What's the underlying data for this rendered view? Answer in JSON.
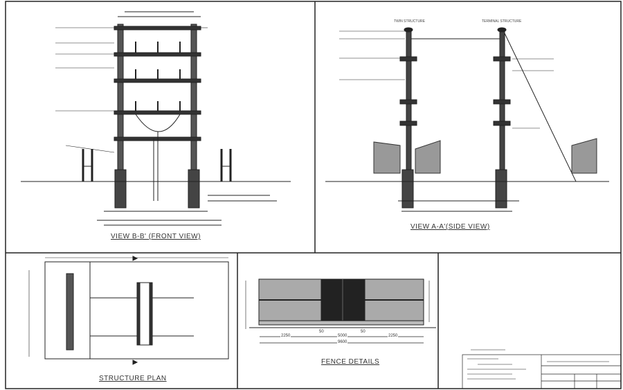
{
  "views": {
    "front_view_title": "VIEW B-B' (FRONT VIEW)",
    "side_view_title": "VIEW A-A'(SIDE VIEW)",
    "structure_plan_title": "STRUCTURE PLAN",
    "fence_details_title": "FENCE DETAILS"
  },
  "side_view": {
    "left_pole_label": "TWIN STRUCTURE",
    "right_pole_label": "TERMINAL STRUCTURE"
  },
  "fence_details": {
    "dimensions": [
      "2250",
      "50",
      "5000",
      "50",
      "2250"
    ],
    "overall_dimension": "9600"
  }
}
